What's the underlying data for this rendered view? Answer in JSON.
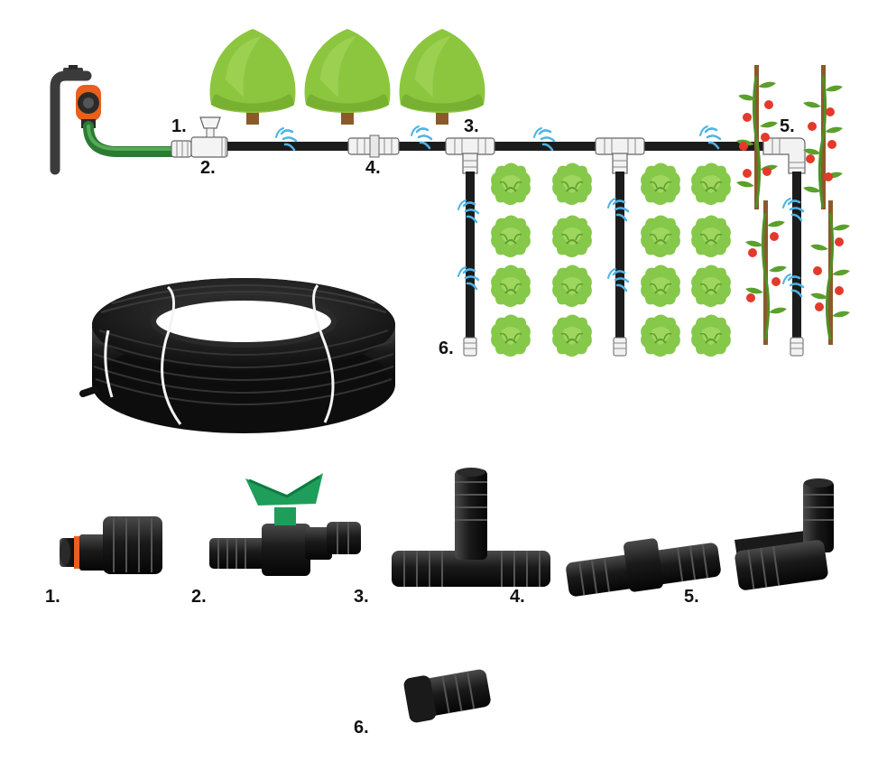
{
  "diagram": {
    "callouts": {
      "c1": "1.",
      "c2": "2.",
      "c3": "3.",
      "c4": "4.",
      "c5": "5.",
      "c6": "6."
    },
    "parts": [
      {
        "label": "1.",
        "icon": "quick-connector-icon"
      },
      {
        "label": "2.",
        "icon": "ball-valve-icon"
      },
      {
        "label": "3.",
        "icon": "tee-connector-icon"
      },
      {
        "label": "4.",
        "icon": "straight-coupler-icon"
      },
      {
        "label": "5.",
        "icon": "elbow-connector-icon"
      },
      {
        "label": "6.",
        "icon": "end-plug-icon"
      }
    ],
    "colors": {
      "pipe": "#1c1c1c",
      "hose": "#3f9a45",
      "valve_handle": "#1e9e5a",
      "coupler_orange": "#e8601c",
      "tree": "#8cc63f",
      "trunk": "#8a5a2b",
      "lettuce": "#7cc242",
      "leaf": "#6aa933",
      "tomato": "#e23a2c",
      "stake": "#8a5a2b",
      "drip": "#4db4e6"
    }
  }
}
